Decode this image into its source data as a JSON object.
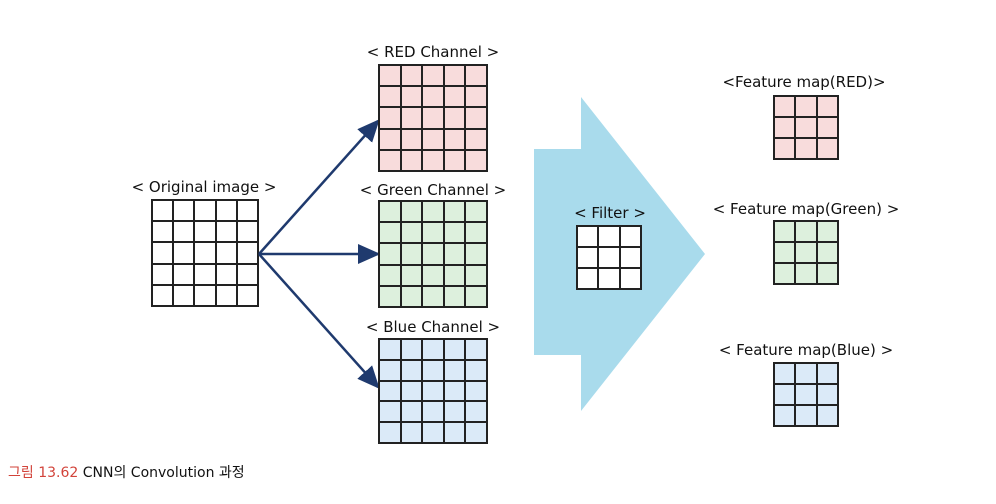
{
  "labels": {
    "original": "< Original image >",
    "red": "< RED Channel >",
    "green": "< Green Channel >",
    "blue": "< Blue Channel >",
    "filter": "< Filter >",
    "feature_red": "<Feature map(RED)>",
    "feature_green": "< Feature map(Green) >",
    "feature_blue": "< Feature map(Blue) >"
  },
  "caption": {
    "figure_number": "그림 13.62",
    "text": "CNN의 Convolution 과정"
  },
  "colors": {
    "red_fill": "#f8dcdc",
    "green_fill": "#ddf0dd",
    "blue_fill": "#dbeaf8",
    "original_fill": "#ffffff",
    "filter_fill": "#ffffff",
    "big_arrow": "#a9dbec",
    "arrow_line": "#1f3a6e",
    "caption_accent": "#d2433a"
  }
}
